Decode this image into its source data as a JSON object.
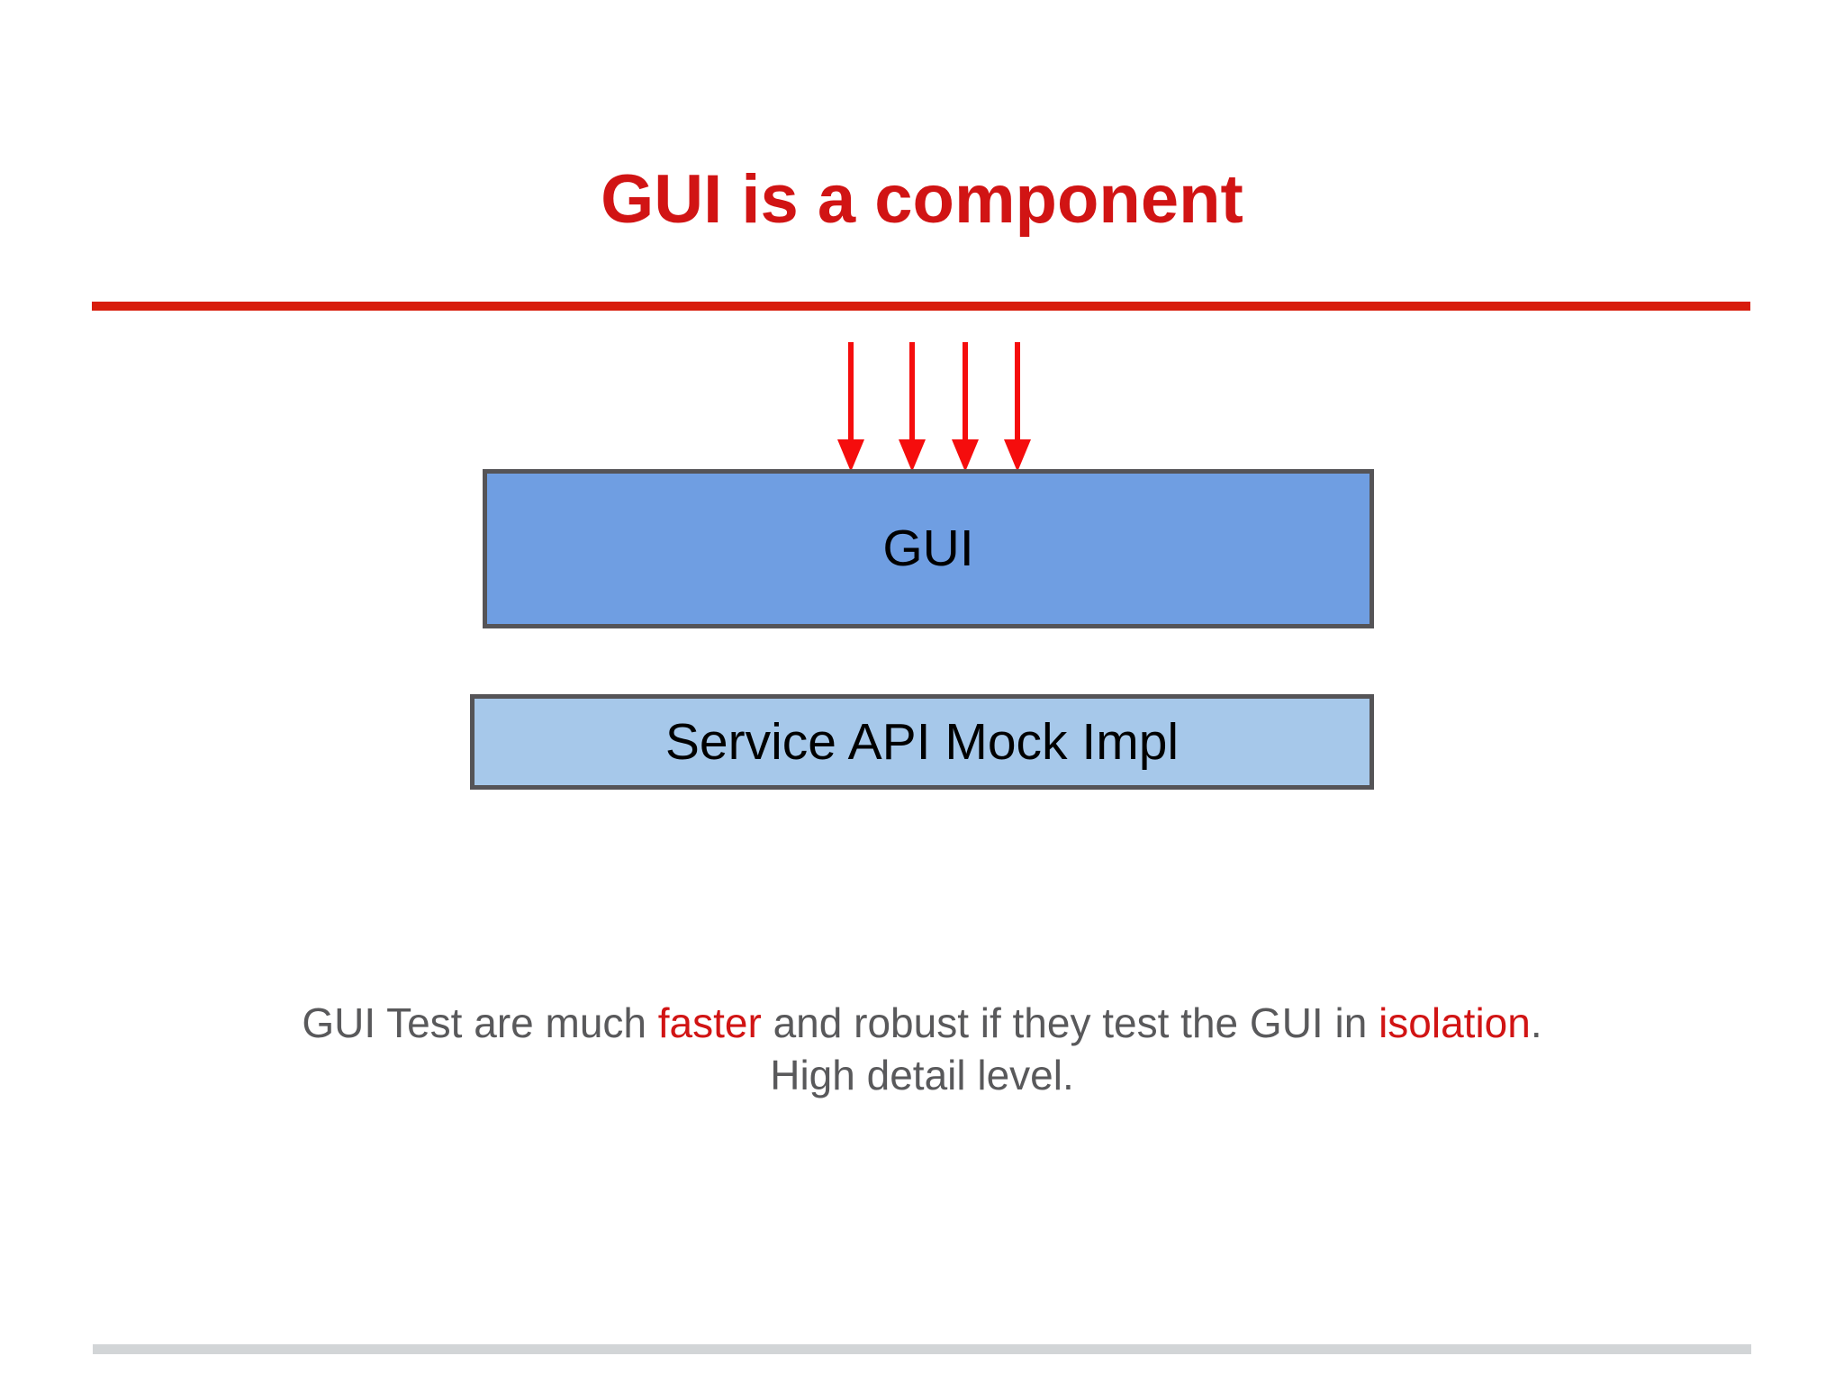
{
  "slide": {
    "title": "GUI is a component",
    "title_color": "#d11414",
    "rule_color": "#d81c0b",
    "footer_rule_color": "#d2d5d7",
    "background": "#ffffff"
  },
  "diagram": {
    "arrows": {
      "count": 4,
      "color": "#f50d0d",
      "direction": "down",
      "semantic": "user-interaction-inputs"
    },
    "boxes": [
      {
        "id": "gui",
        "label": "GUI",
        "fill": "#6f9ee2",
        "border": "#555457",
        "text_color": "#000000"
      },
      {
        "id": "service-api-mock-impl",
        "label": "Service API Mock Impl",
        "fill": "#a6c8ea",
        "border": "#555457",
        "text_color": "#000000"
      }
    ]
  },
  "caption": {
    "line1": {
      "part1": "GUI Test are much ",
      "highlight1": "faster",
      "part2": " and robust  if they test the GUI in ",
      "highlight2": "isolation",
      "part3": "."
    },
    "line2": "High detail level.",
    "text_color": "#59595b",
    "highlight_color": "#d11414"
  }
}
